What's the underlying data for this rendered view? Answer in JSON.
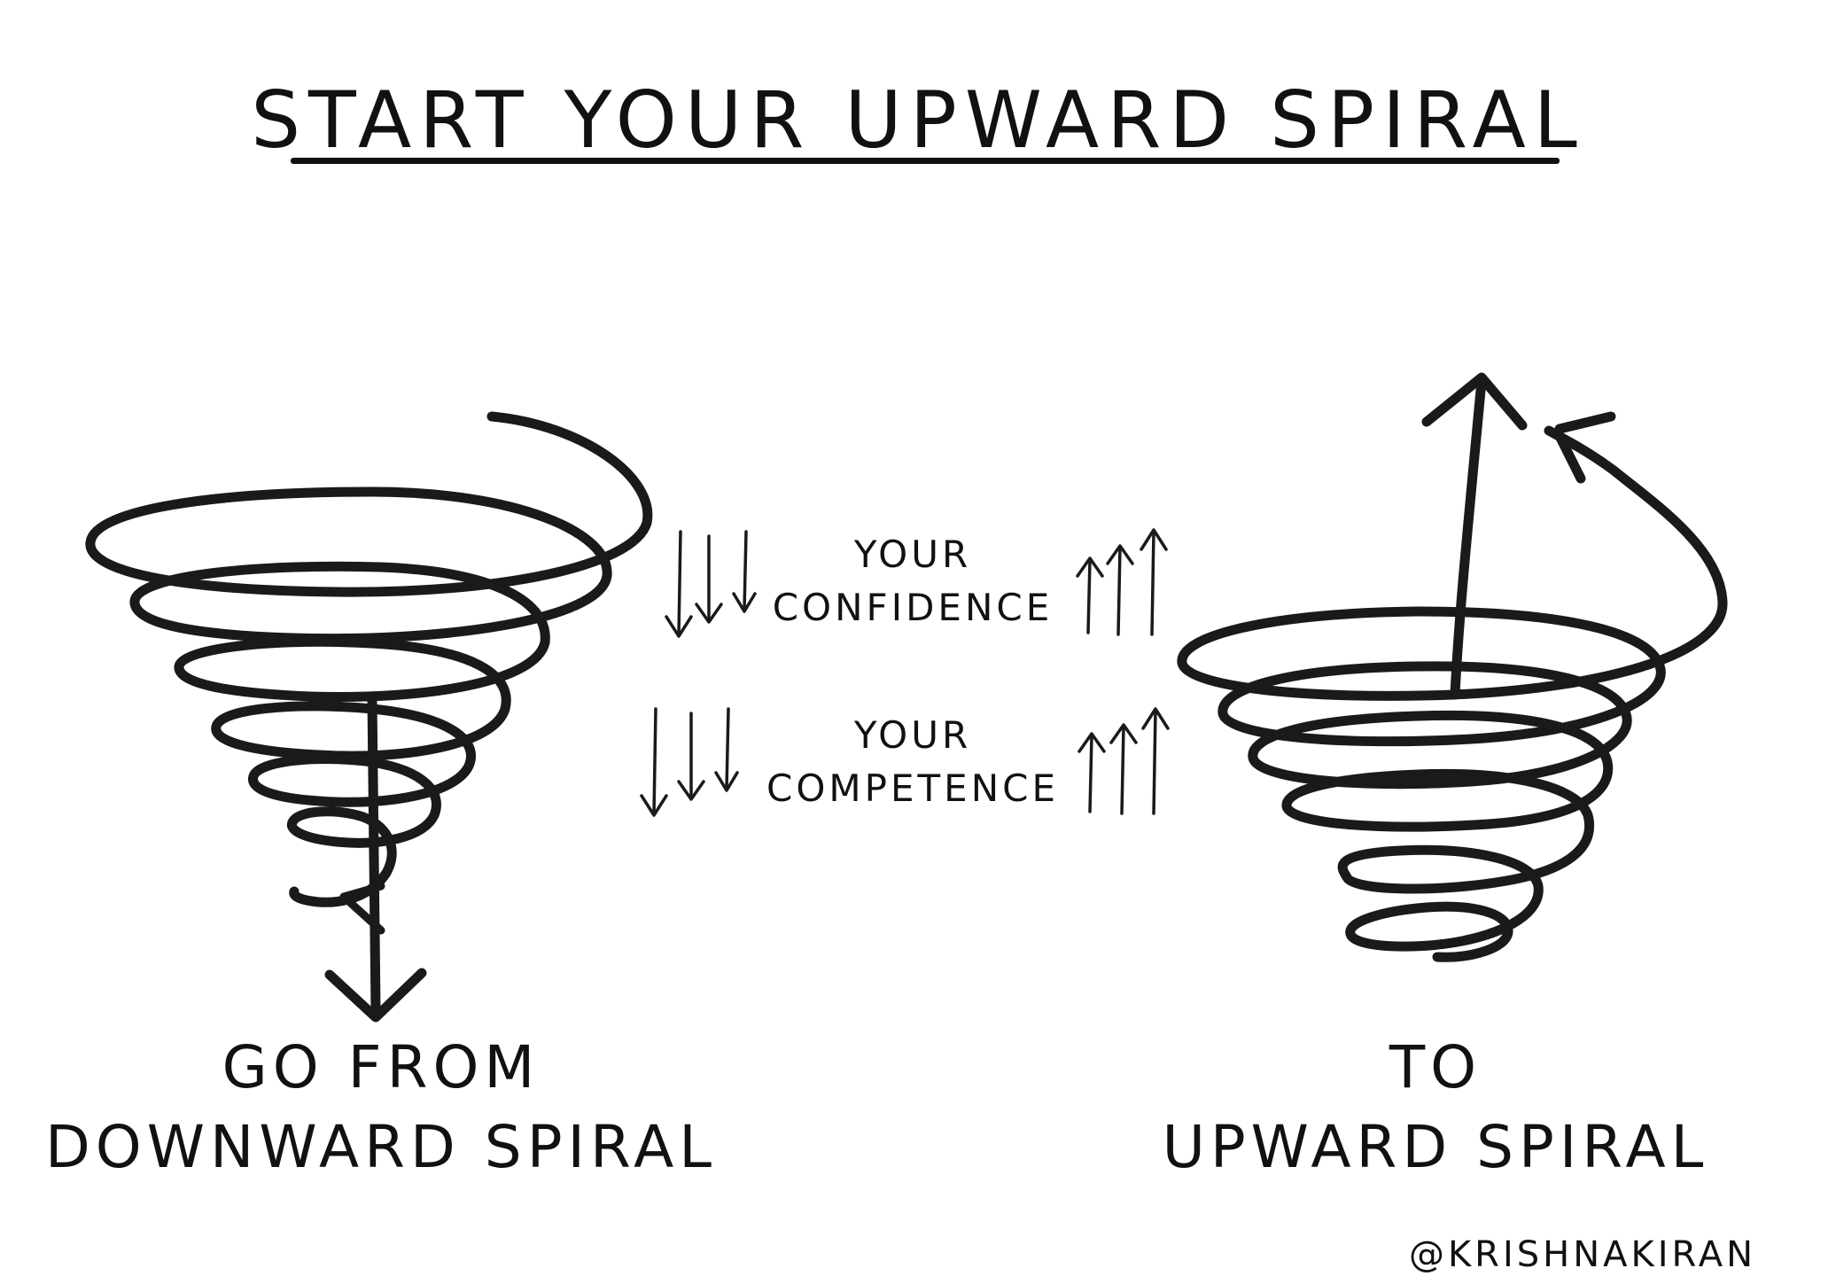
{
  "title": "START YOUR UPWARD SPIRAL",
  "left": {
    "line1": "GO FROM",
    "line2": "DOWNWARD SPIRAL",
    "icon": "downward-spiral-icon"
  },
  "right": {
    "line1": "TO",
    "line2": "UPWARD SPIRAL",
    "icon": "upward-spiral-icon"
  },
  "middle": {
    "confidence": {
      "line1": "YOUR",
      "line2": "CONFIDENCE"
    },
    "competence": {
      "line1": "YOUR",
      "line2": "COMPETENCE"
    }
  },
  "handle": "@KRISHNAKIRAN"
}
